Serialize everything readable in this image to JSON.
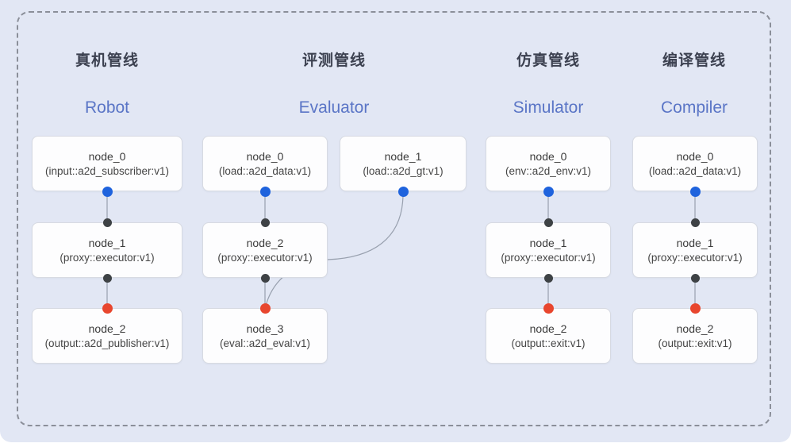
{
  "pipelines": [
    {
      "id": "robot",
      "title_zh": "真机管线",
      "title_en": "Robot",
      "nodes": [
        {
          "name": "node_0",
          "type": "(input::a2d_subscriber:v1)"
        },
        {
          "name": "node_1",
          "type": "(proxy::executor:v1)"
        },
        {
          "name": "node_2",
          "type": "(output::a2d_publisher:v1)"
        }
      ]
    },
    {
      "id": "evaluator",
      "title_zh": "评测管线",
      "title_en": "Evaluator",
      "nodes": [
        {
          "name": "node_0",
          "type": "(load::a2d_data:v1)"
        },
        {
          "name": "node_1",
          "type": "(load::a2d_gt:v1)"
        },
        {
          "name": "node_2",
          "type": "(proxy::executor:v1)"
        },
        {
          "name": "node_3",
          "type": "(eval::a2d_eval:v1)"
        }
      ]
    },
    {
      "id": "simulator",
      "title_zh": "仿真管线",
      "title_en": "Simulator",
      "nodes": [
        {
          "name": "node_0",
          "type": "(env::a2d_env:v1)"
        },
        {
          "name": "node_1",
          "type": "(proxy::executor:v1)"
        },
        {
          "name": "node_2",
          "type": "(output::exit:v1)"
        }
      ]
    },
    {
      "id": "compiler",
      "title_zh": "编译管线",
      "title_en": "Compiler",
      "nodes": [
        {
          "name": "node_0",
          "type": "(load::a2d_data:v1)"
        },
        {
          "name": "node_1",
          "type": "(proxy::executor:v1)"
        },
        {
          "name": "node_2",
          "type": "(output::exit:v1)"
        }
      ]
    }
  ],
  "colors": {
    "background": "#e2e7f4",
    "dashed_border": "#8b8f99",
    "title_zh_dark": "#3c4150",
    "title_en_blue": "#5a75c6",
    "port_output_blue": "#1f63dd",
    "port_input_dark": "#3e4245",
    "port_input_red": "#e8462e",
    "edge_gray": "#98a0ae"
  }
}
